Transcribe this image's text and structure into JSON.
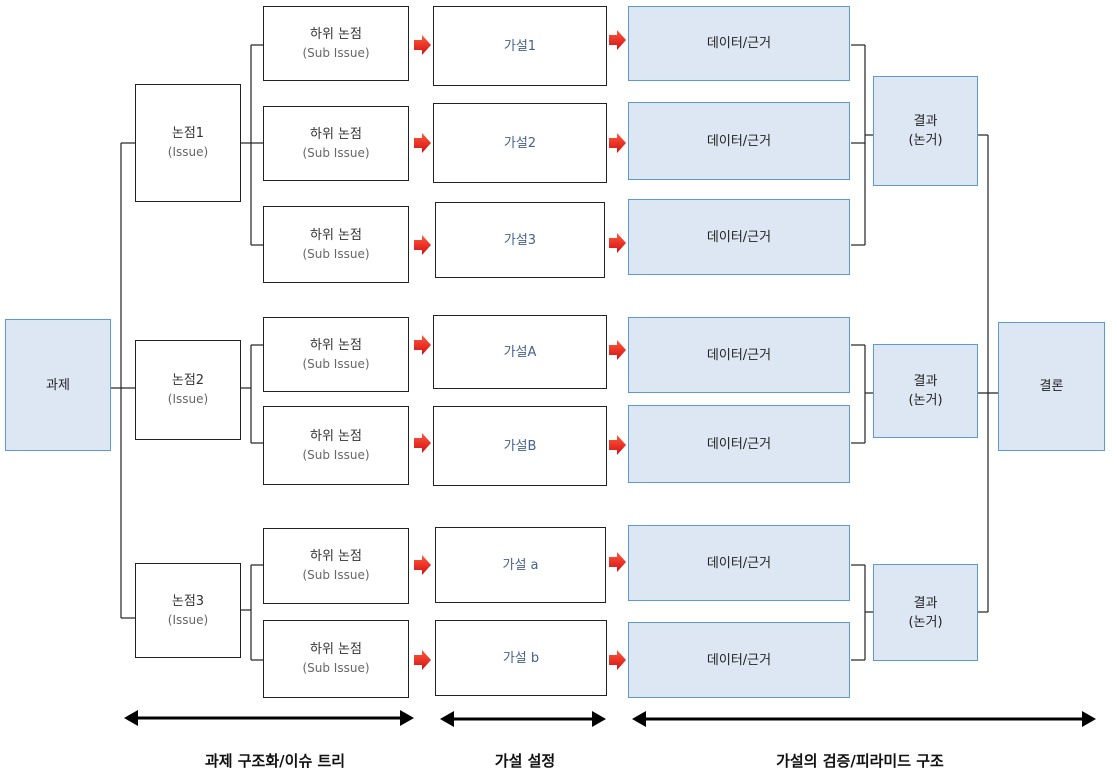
{
  "task": {
    "label": "과제"
  },
  "issues": [
    {
      "title": "논점1",
      "sub": "(Issue)"
    },
    {
      "title": "논점2",
      "sub": "(Issue)"
    },
    {
      "title": "논점3",
      "sub": "(Issue)"
    }
  ],
  "sub_issue": {
    "title": "하위 논점",
    "sub": "(Sub Issue)"
  },
  "hypotheses": [
    "가설1",
    "가설2",
    "가설3",
    "가설A",
    "가설B",
    "가설 a",
    "가설 b"
  ],
  "data_label": "데이터/근거",
  "result": {
    "title": "결과",
    "sub": "(논거)"
  },
  "conclusion": "결론",
  "sections": {
    "issue_tree": "과제 구조화/이슈 트리",
    "hypothesis": "가설 설정",
    "pyramid": "가설의 검증/피라미드 구조"
  },
  "colors": {
    "box_fill": "#dde7f3",
    "box_border": "#5b9bd5",
    "arrow": "#e8161b"
  }
}
